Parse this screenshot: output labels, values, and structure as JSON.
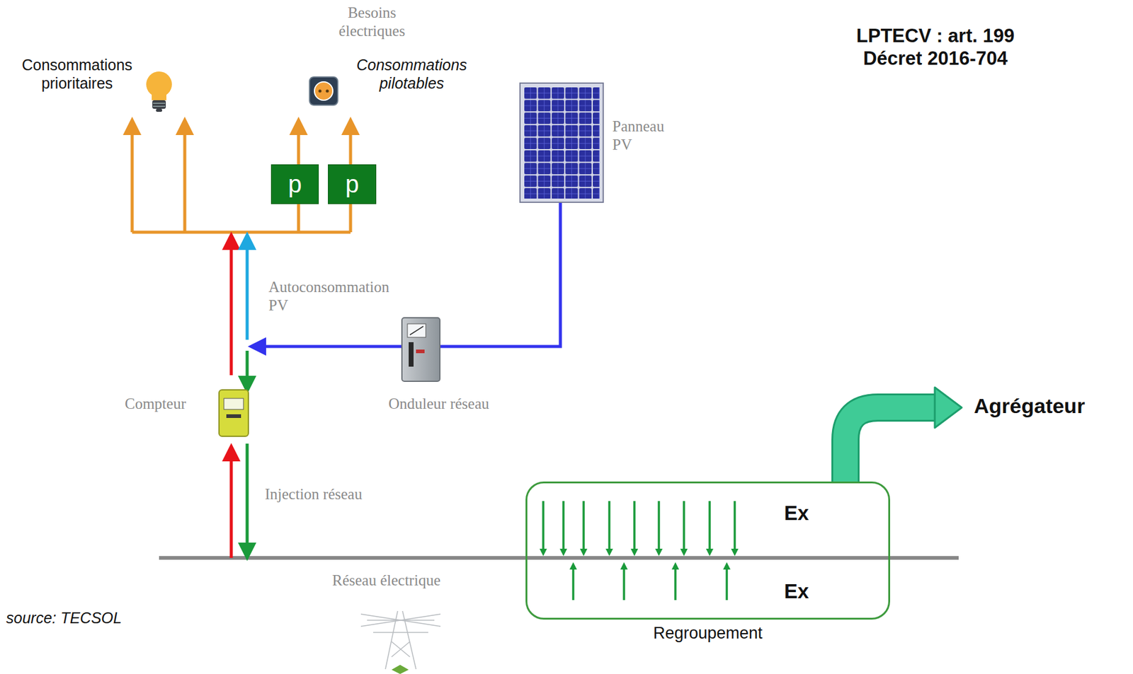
{
  "diagram": {
    "nodes": [
      {
        "text": [
          "p"
        ]
      },
      {
        "text": [
          "p"
        ]
      },
      {
        "text": [
          "Ex",
          "Ex",
          "Regroupement"
        ]
      }
    ],
    "labels": [
      "Besoins électriques",
      "Consommations prioritaires",
      "Consommations pilotables",
      "LPTECV : art. 199 Décret 2016-704",
      "Panneau PV",
      "Autoconsommation PV",
      "Compteur",
      "Onduleur réseau",
      "Agrégateur",
      "Injection réseau",
      "Réseau électrique",
      "source: TECSOL"
    ]
  }
}
